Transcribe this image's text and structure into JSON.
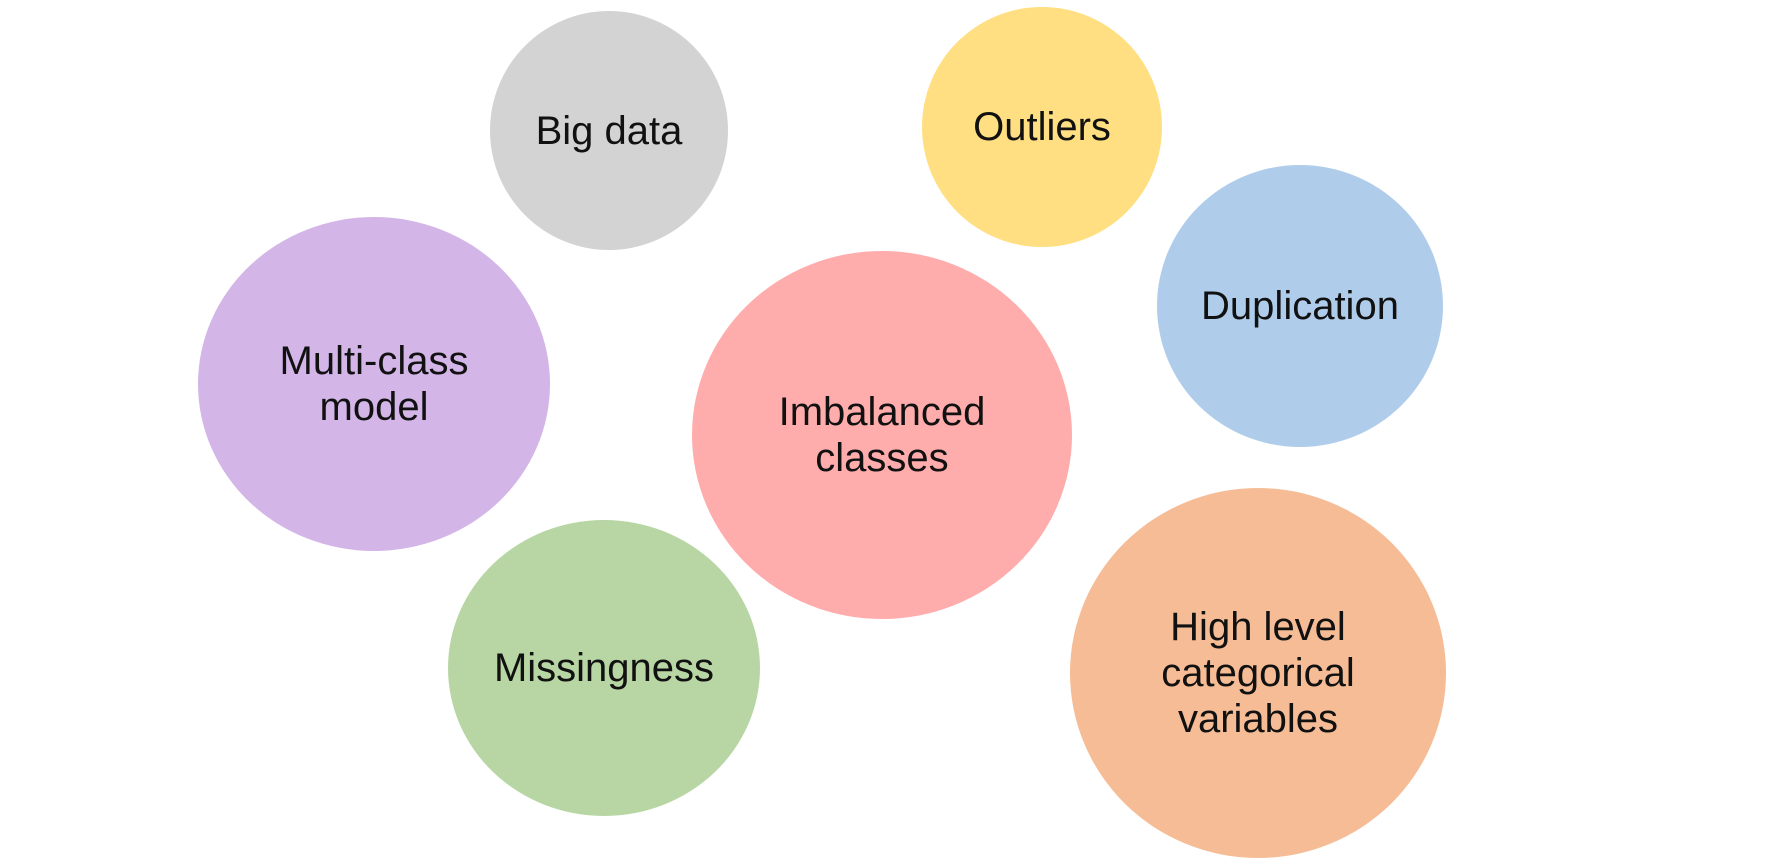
{
  "bubbles": {
    "big_data": {
      "label": "Big data",
      "color": "#d3d3d3"
    },
    "outliers": {
      "label": "Outliers",
      "color": "#ffdf82"
    },
    "duplication": {
      "label": "Duplication",
      "color": "#afcdeb"
    },
    "multi_class": {
      "label": "Multi-class\nmodel",
      "color": "#d3b5e8"
    },
    "imbalanced": {
      "label": "Imbalanced\nclasses",
      "color": "#ffacac"
    },
    "missingness": {
      "label": "Missingness",
      "color": "#b8d6a4"
    },
    "high_level": {
      "label": "High level\ncategorical\nvariables",
      "color": "#f6bc96"
    }
  }
}
